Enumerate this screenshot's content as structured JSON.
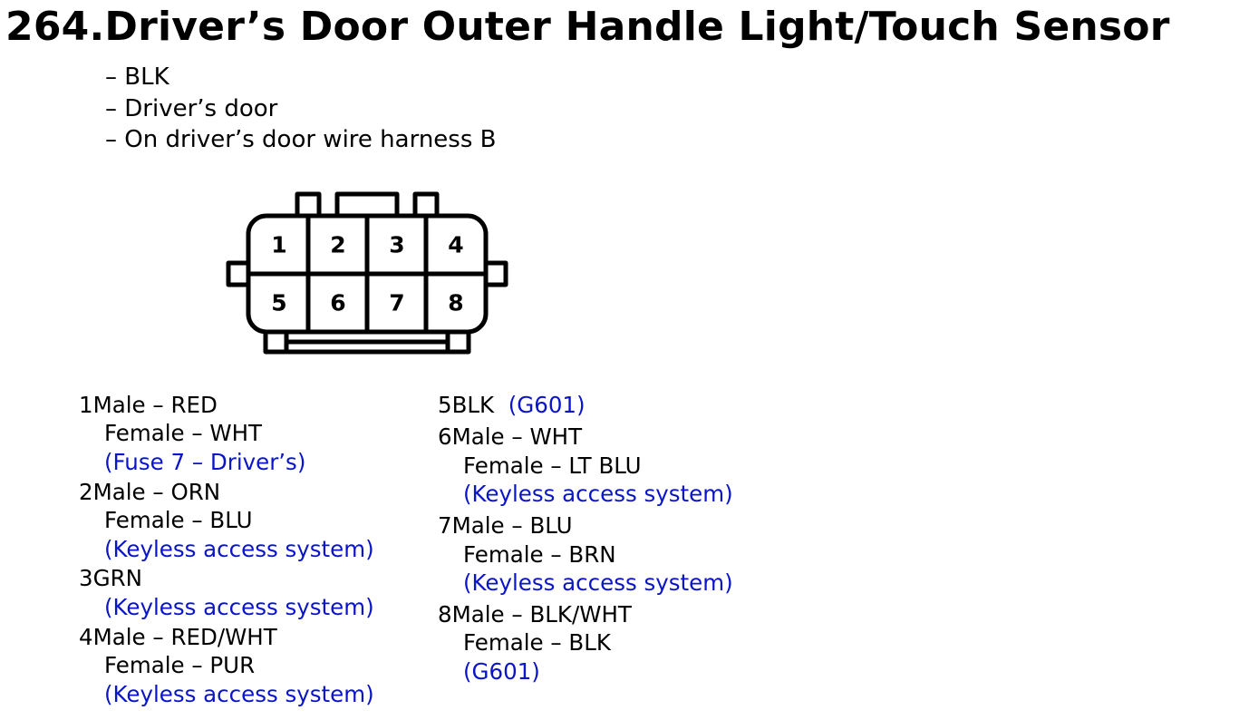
{
  "title": "264.Driver’s Door Outer Handle Light/Touch Sensor",
  "info_lines": [
    "– BLK",
    "– Driver’s door",
    "– On driver’s door wire harness B"
  ],
  "connector": {
    "pin_numbers": [
      "1",
      "2",
      "3",
      "4",
      "5",
      "6",
      "7",
      "8"
    ]
  },
  "pins": {
    "p1": {
      "main": "1Male – RED",
      "female": "Female – WHT",
      "note": "(Fuse 7 – Driver’s)"
    },
    "p2": {
      "main": "2Male – ORN",
      "female": "Female – BLU",
      "note": "(Keyless access system)"
    },
    "p3": {
      "main": "3GRN",
      "note": "(Keyless access system)"
    },
    "p4": {
      "main": "4Male – RED/WHT",
      "female": "Female – PUR",
      "note": "(Keyless access system)"
    },
    "p5": {
      "main": "5BLK",
      "note": "(G601)"
    },
    "p6": {
      "main": "6Male – WHT",
      "female": "Female – LT BLU",
      "note": "(Keyless access system)"
    },
    "p7": {
      "main": "7Male – BLU",
      "female": "Female – BRN",
      "note": "(Keyless access system)"
    },
    "p8": {
      "main": "8Male – BLK/WHT",
      "female": "Female – BLK",
      "note": "(G601)"
    }
  },
  "colors": {
    "text": "#000000",
    "note": "#0a14c8"
  }
}
